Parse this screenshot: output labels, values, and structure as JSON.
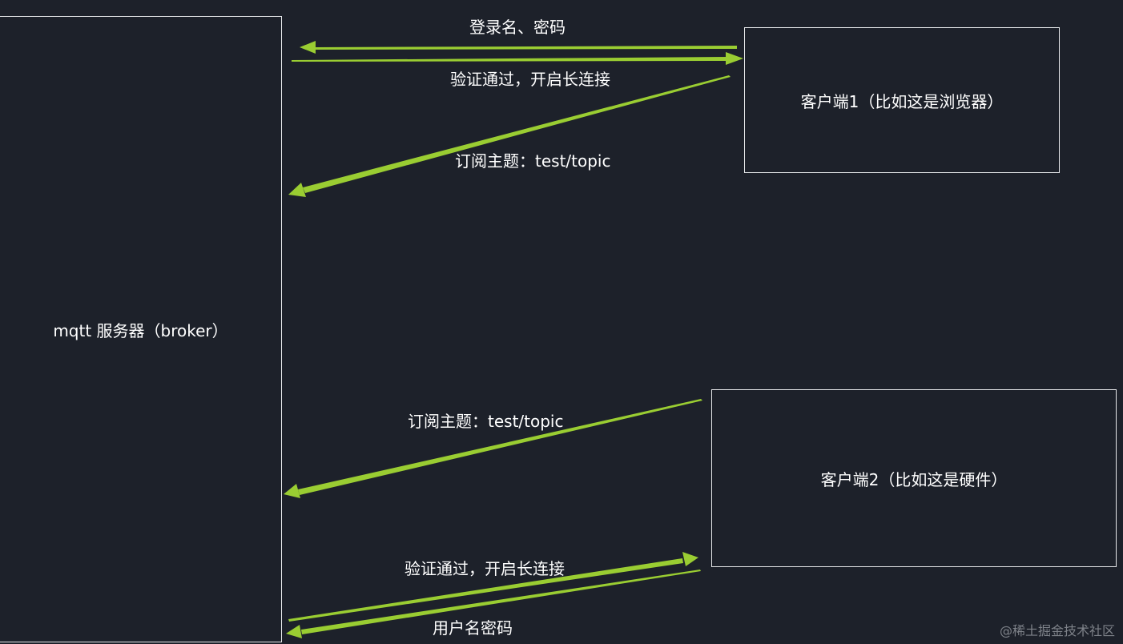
{
  "nodes": {
    "broker": "mqtt 服务器（broker）",
    "client1": "客户端1（比如这是浏览器）",
    "client2": "客户端2（比如这是硬件）"
  },
  "messages": {
    "c1_login": "登录名、密码",
    "c1_verify": "验证通过，开启长连接",
    "c1_subscribe": "订阅主题：test/topic",
    "c2_subscribe": "订阅主题：test/topic",
    "c2_verify": "验证通过，开启长连接",
    "c2_login": "用户名密码"
  },
  "watermark": "@稀土掘金技术社区",
  "colors": {
    "background": "#1d212a",
    "arrow": "#9acd32",
    "box_border": "#e6e8ea",
    "text": "#ffffff"
  }
}
